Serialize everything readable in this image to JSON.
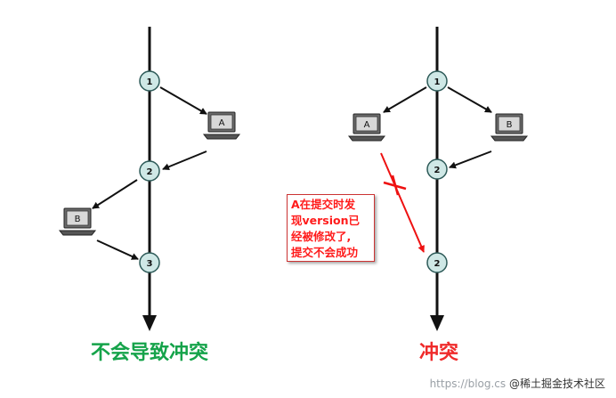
{
  "left": {
    "nodes": [
      "1",
      "2",
      "3"
    ],
    "computers": [
      "A",
      "B"
    ],
    "caption": "不会导致冲突"
  },
  "right": {
    "nodes": [
      "1",
      "2",
      "2"
    ],
    "computers": [
      "A",
      "B"
    ],
    "caption": "冲突"
  },
  "note": {
    "lines": [
      "A在提交时发",
      "现version已",
      "经被修改了,",
      "提交不会成功"
    ]
  },
  "watermark": {
    "url": "https://blog.cs",
    "brand": "@稀土掘金技术社区"
  },
  "colors": {
    "node_fill": "#cfe8e6",
    "node_stroke": "#2d5a58",
    "success": "#15a34a",
    "conflict": "#ef2b2b"
  }
}
